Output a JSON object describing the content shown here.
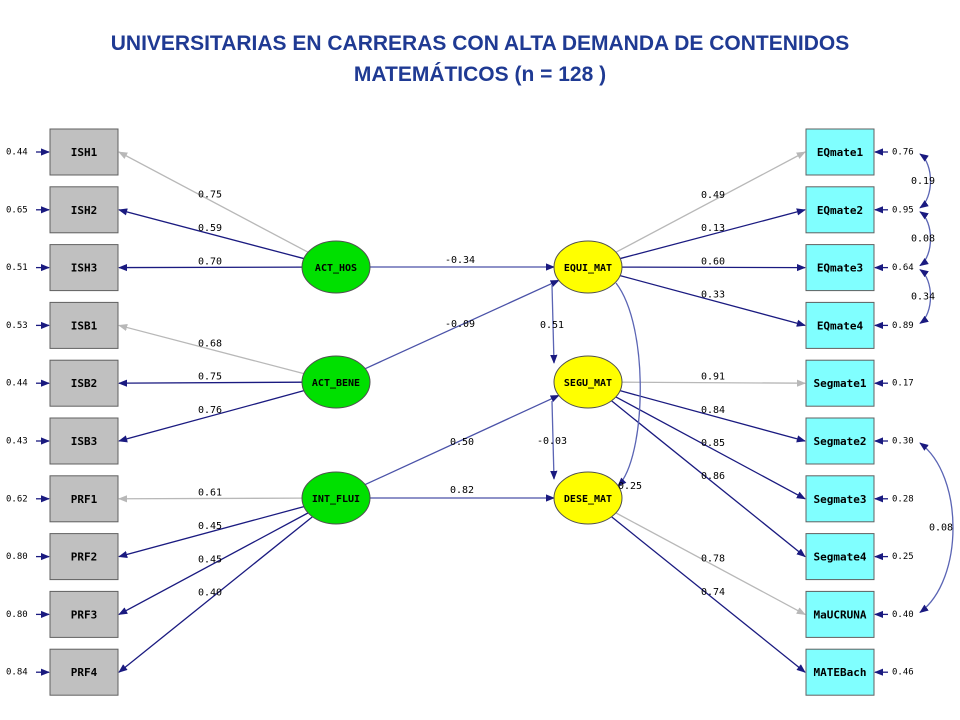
{
  "title": {
    "line1": "UNIVERSITARIAS EN CARRERAS CON ALTA DEMANDA DE CONTENIDOS",
    "line2": "MATEMÁTICOS (n = 128 )"
  },
  "colors": {
    "title": "#1f3a93",
    "box_left": "#c0c0c0",
    "box_right": "#80ffff",
    "latent_exogenous": "#00e000",
    "latent_endogenous": "#ffff00",
    "path_dark": "#1a1a80",
    "path_light": "#b8b8b8"
  },
  "left_indicators": [
    {
      "id": "ISH1",
      "error": "0.44"
    },
    {
      "id": "ISH2",
      "error": "0.65"
    },
    {
      "id": "ISH3",
      "error": "0.51"
    },
    {
      "id": "ISB1",
      "error": "0.53"
    },
    {
      "id": "ISB2",
      "error": "0.44"
    },
    {
      "id": "ISB3",
      "error": "0.43"
    },
    {
      "id": "PRF1",
      "error": "0.62"
    },
    {
      "id": "PRF2",
      "error": "0.80"
    },
    {
      "id": "PRF3",
      "error": "0.80"
    },
    {
      "id": "PRF4",
      "error": "0.84"
    }
  ],
  "right_indicators": [
    {
      "id": "EQmate1",
      "error": "0.76"
    },
    {
      "id": "EQmate2",
      "error": "0.95"
    },
    {
      "id": "EQmate3",
      "error": "0.64"
    },
    {
      "id": "EQmate4",
      "error": "0.89"
    },
    {
      "id": "Segmate1",
      "error": "0.17"
    },
    {
      "id": "Segmate2",
      "error": "0.30"
    },
    {
      "id": "Segmate3",
      "error": "0.28"
    },
    {
      "id": "Segmate4",
      "error": "0.25"
    },
    {
      "id": "MaUCRUNA",
      "error": "0.40"
    },
    {
      "id": "MATEBach",
      "error": "0.46"
    }
  ],
  "latents": [
    {
      "id": "ACT_HOS",
      "kind": "exogenous"
    },
    {
      "id": "ACT_BENE",
      "kind": "exogenous"
    },
    {
      "id": "INT_FLUI",
      "kind": "exogenous"
    },
    {
      "id": "EQUI_MAT",
      "kind": "endogenous"
    },
    {
      "id": "SEGU_MAT",
      "kind": "endogenous"
    },
    {
      "id": "DESE_MAT",
      "kind": "endogenous"
    }
  ],
  "loadings_left": [
    {
      "latent": "ACT_HOS",
      "indicator": "ISH1",
      "value": "0.75",
      "style": "light"
    },
    {
      "latent": "ACT_HOS",
      "indicator": "ISH2",
      "value": "0.59",
      "style": "dark"
    },
    {
      "latent": "ACT_HOS",
      "indicator": "ISH3",
      "value": "0.70",
      "style": "dark"
    },
    {
      "latent": "ACT_BENE",
      "indicator": "ISB1",
      "value": "0.68",
      "style": "light"
    },
    {
      "latent": "ACT_BENE",
      "indicator": "ISB2",
      "value": "0.75",
      "style": "dark"
    },
    {
      "latent": "ACT_BENE",
      "indicator": "ISB3",
      "value": "0.76",
      "style": "dark"
    },
    {
      "latent": "INT_FLUI",
      "indicator": "PRF1",
      "value": "0.61",
      "style": "light"
    },
    {
      "latent": "INT_FLUI",
      "indicator": "PRF2",
      "value": "0.45",
      "style": "dark"
    },
    {
      "latent": "INT_FLUI",
      "indicator": "PRF3",
      "value": "0.45",
      "style": "dark"
    },
    {
      "latent": "INT_FLUI",
      "indicator": "PRF4",
      "value": "0.40",
      "style": "dark"
    }
  ],
  "loadings_right": [
    {
      "latent": "EQUI_MAT",
      "indicator": "EQmate1",
      "value": "0.49",
      "style": "light"
    },
    {
      "latent": "EQUI_MAT",
      "indicator": "EQmate2",
      "value": "0.13",
      "style": "dark"
    },
    {
      "latent": "EQUI_MAT",
      "indicator": "EQmate3",
      "value": "0.60",
      "style": "dark"
    },
    {
      "latent": "EQUI_MAT",
      "indicator": "EQmate4",
      "value": "0.33",
      "style": "dark"
    },
    {
      "latent": "SEGU_MAT",
      "indicator": "Segmate1",
      "value": "0.91",
      "style": "light"
    },
    {
      "latent": "SEGU_MAT",
      "indicator": "Segmate2",
      "value": "0.84",
      "style": "dark"
    },
    {
      "latent": "SEGU_MAT",
      "indicator": "Segmate3",
      "value": "0.85",
      "style": "dark"
    },
    {
      "latent": "SEGU_MAT",
      "indicator": "Segmate4",
      "value": "0.86",
      "style": "dark"
    },
    {
      "latent": "DESE_MAT",
      "indicator": "MaUCRUNA",
      "value": "0.78",
      "style": "light"
    },
    {
      "latent": "DESE_MAT",
      "indicator": "MATEBach",
      "value": "0.74",
      "style": "dark"
    }
  ],
  "structural_paths": [
    {
      "from": "ACT_HOS",
      "to": "EQUI_MAT",
      "value": "-0.34"
    },
    {
      "from": "ACT_BENE",
      "to": "EQUI_MAT",
      "value": "-0.09"
    },
    {
      "from": "INT_FLUI",
      "to": "SEGU_MAT",
      "value": "0.50"
    },
    {
      "from": "INT_FLUI",
      "to": "DESE_MAT",
      "value": "0.82"
    },
    {
      "from": "EQUI_MAT",
      "to": "SEGU_MAT",
      "value": "0.51"
    },
    {
      "from": "SEGU_MAT",
      "to": "DESE_MAT",
      "value": "-0.03"
    },
    {
      "from": "EQUI_MAT",
      "to": "DESE_MAT",
      "value": "0.25"
    }
  ],
  "error_covariances": [
    {
      "between": [
        "EQmate1",
        "EQmate2"
      ],
      "value": "0.19"
    },
    {
      "between": [
        "EQmate2",
        "EQmate3"
      ],
      "value": "0.08"
    },
    {
      "between": [
        "EQmate3",
        "EQmate4"
      ],
      "value": "0.34"
    },
    {
      "between": [
        "Segmate2",
        "MaUCRUNA"
      ],
      "value": "0.08"
    }
  ]
}
